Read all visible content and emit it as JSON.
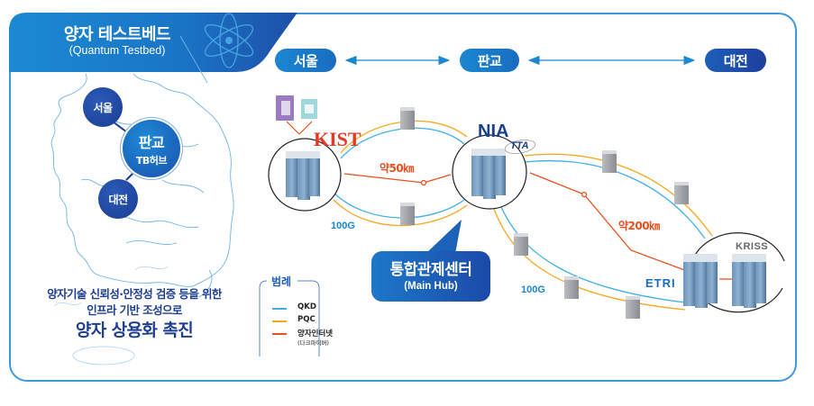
{
  "header": {
    "title": "양자 테스트베드",
    "subtitle": "(Quantum Testbed)",
    "icon": "atom-icon"
  },
  "route": {
    "nodes": [
      "서울",
      "판교",
      "대전"
    ],
    "arrows": "double-headed"
  },
  "map": {
    "nodes": {
      "seoul": "서울",
      "pangyo": "판교",
      "pangyo_sub": "TB허브",
      "daejeon": "대전"
    }
  },
  "slogan": {
    "line1": "양자기술 신뢰성·안정성 검증 등을 위한",
    "line2": "인프라 기반 조성으로",
    "line3": "양자 상용화 촉진"
  },
  "legend": {
    "title": "범례",
    "items": [
      {
        "label": "QKD",
        "color": "#3fb0e6"
      },
      {
        "label": "PQC",
        "color": "#f4a820"
      },
      {
        "label": "양자인터넷",
        "sublabel": "(다크파이버)",
        "color": "#e8501e"
      }
    ]
  },
  "network": {
    "sites": {
      "seoul_org": "KIST",
      "hub_org_1": "NIA",
      "hub_org_2": "TTA",
      "daejeon_org_1": "ETRI",
      "daejeon_org_2": "KRISS"
    },
    "hub_callout": {
      "title": "통합관제센터",
      "subtitle": "(Main Hub)"
    },
    "links": [
      {
        "label": "약50㎞",
        "type": "양자인터넷"
      },
      {
        "label": "약200㎞",
        "type": "양자인터넷"
      }
    ],
    "bandwidth": [
      "100G",
      "100G"
    ]
  },
  "colors": {
    "primary": "#1b87d0",
    "navy": "#1e3f8f",
    "frame": "#3c9ad8",
    "qkd": "#3fb0e6",
    "pqc": "#f4a820",
    "quantum_internet": "#e8501e"
  }
}
